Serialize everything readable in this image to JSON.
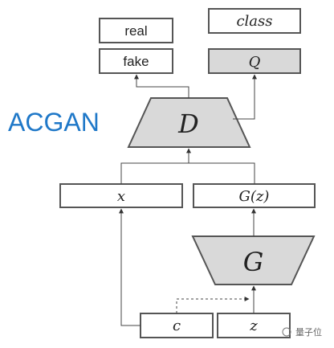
{
  "title": "ACGAN",
  "nodes": {
    "real": "real",
    "fake": "fake",
    "class": "class",
    "q": "Q",
    "d": "D",
    "x": "x",
    "gz": "G(z)",
    "g": "G",
    "c": "c",
    "z": "z"
  },
  "watermark": "量子位",
  "colors": {
    "title": "#1f78c8",
    "box_stroke": "#555555",
    "shaded_fill": "#d9d9d9",
    "line": "#444444"
  }
}
